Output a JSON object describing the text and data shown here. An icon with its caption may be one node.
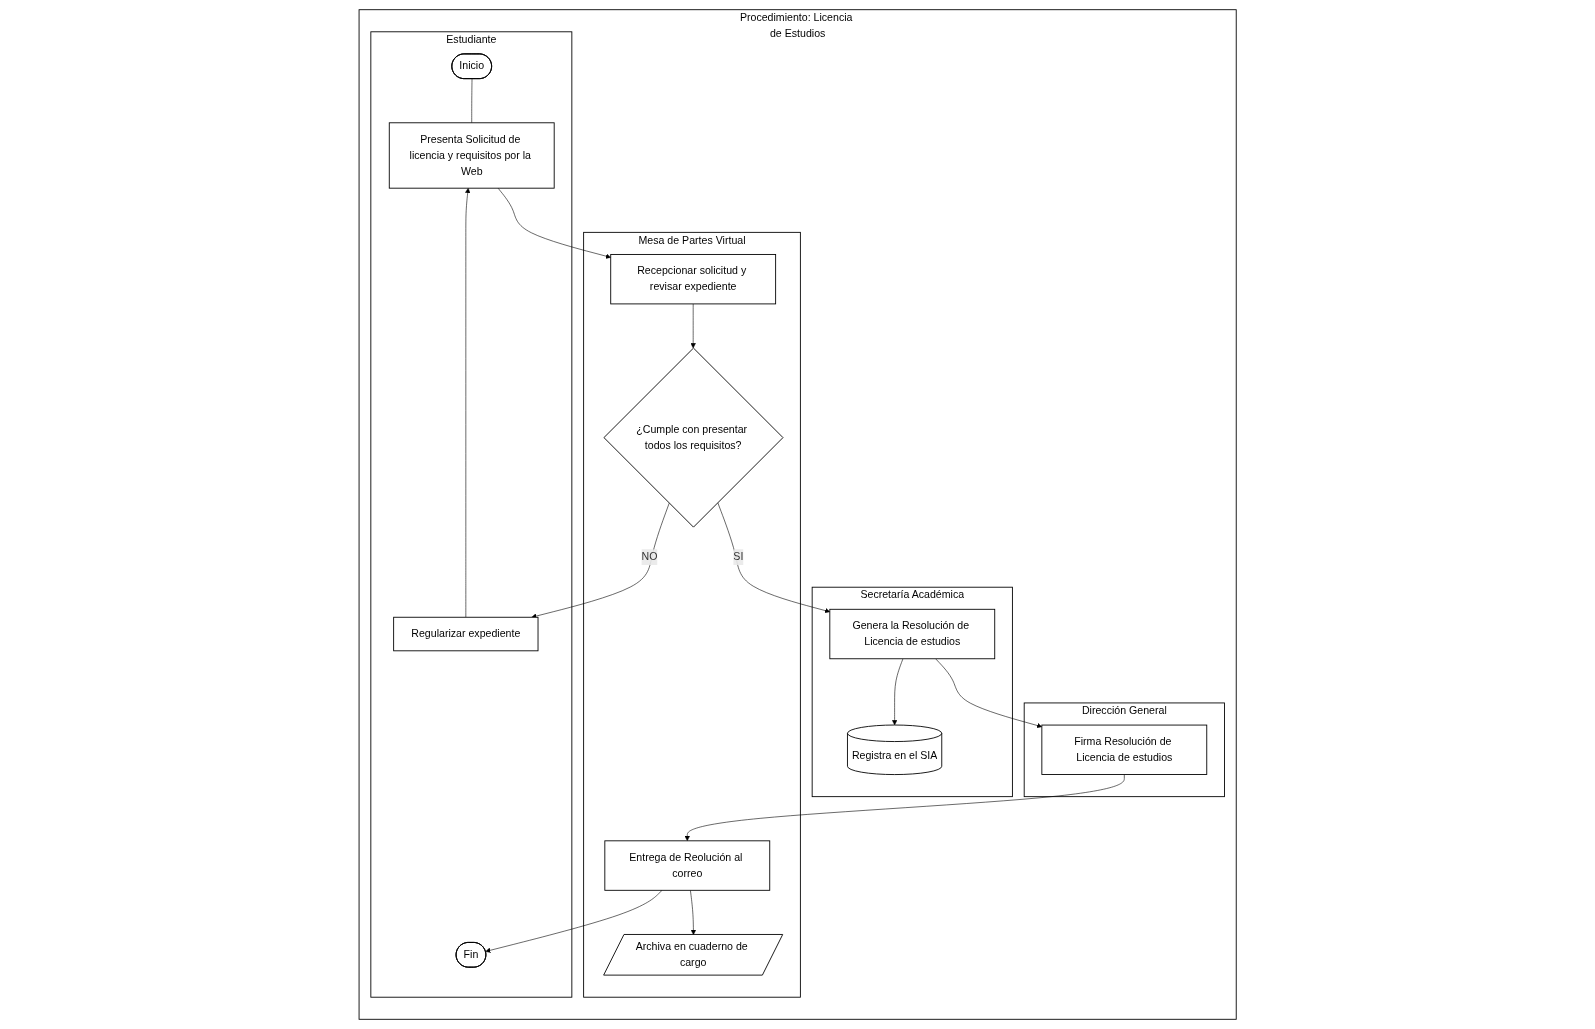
{
  "diagram": {
    "nodes": [
      {
        "text": [
          "Procedimiento: Licencia de Estudios"
        ]
      },
      {
        "text": [
          "Estudiante"
        ],
        "in": 0
      },
      {
        "text": [
          "Mesa de Partes Virtual"
        ],
        "in": 0
      },
      {
        "text": [
          "Secretaría Académica"
        ],
        "in": 0
      },
      {
        "text": [
          "Dirección General"
        ],
        "in": 0
      },
      {
        "text": [
          "Inicio"
        ],
        "in": 1
      },
      {
        "text": [
          "Presenta Solicitud de licencia y requisitos por la Web"
        ],
        "in": 1
      },
      {
        "text": [
          "Recepcionar solicitud y revisar expediente"
        ],
        "in": 2
      },
      {
        "text": [
          "¿Cumple con presentar todos los requisitos?"
        ],
        "in": 2
      },
      {
        "text": [
          "Regularizar expediente"
        ],
        "in": 1
      },
      {
        "text": [
          "Genera la Resolución de Licencia de estudios"
        ],
        "in": 3
      },
      {
        "text": [
          "Registra en el SIA"
        ],
        "in": 3
      },
      {
        "text": [
          "Firma Resolución de Licencia de estudios"
        ],
        "in": 4
      },
      {
        "text": [
          "Fin"
        ],
        "in": 1
      },
      {
        "text": [
          "Entrega de Reolución al correo"
        ],
        "in": 2
      },
      {
        "text": [
          "Archiva en cuaderno de cargo"
        ],
        "in": 2
      }
    ],
    "edges": [
      {
        "from": 5,
        "to": 6,
        "arrow": "none"
      },
      {
        "from": 6,
        "to": 7,
        "arrow": "to"
      },
      {
        "from": 7,
        "to": 8,
        "arrow": "to"
      },
      {
        "from": 8,
        "to": 9,
        "arrow": "to",
        "label": "NO"
      },
      {
        "from": 9,
        "to": 6,
        "arrow": "to"
      },
      {
        "from": 8,
        "to": 10,
        "arrow": "to",
        "label": "SI"
      },
      {
        "from": 10,
        "to": 11,
        "arrow": "to"
      },
      {
        "from": 10,
        "to": 12,
        "arrow": "to"
      },
      {
        "from": 12,
        "to": 14,
        "arrow": "to"
      },
      {
        "from": 14,
        "to": 13,
        "arrow": "to"
      },
      {
        "from": 14,
        "to": 15,
        "arrow": "to"
      }
    ]
  }
}
